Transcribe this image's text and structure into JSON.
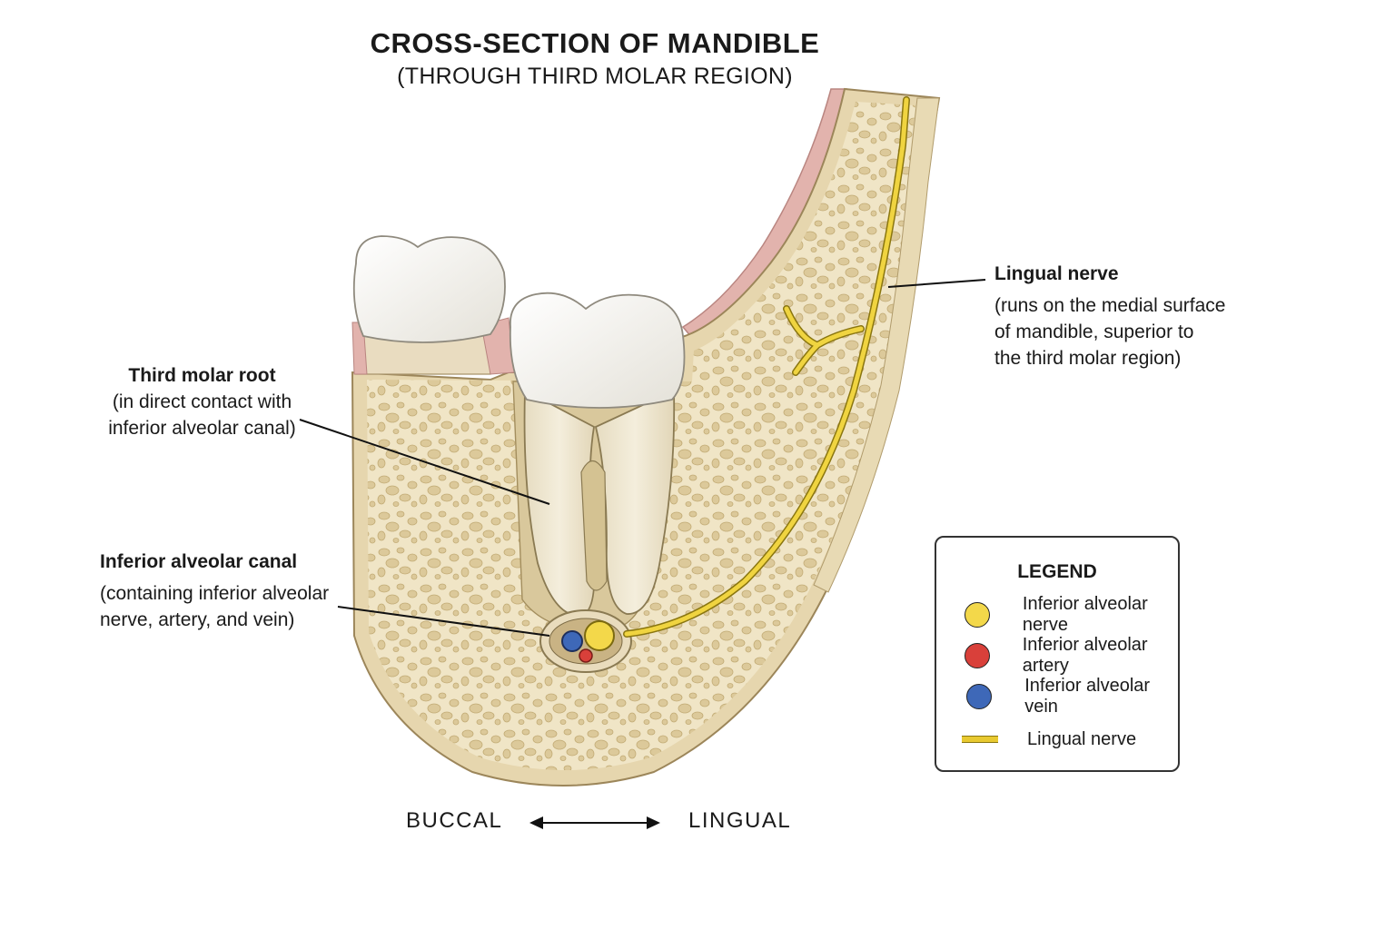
{
  "title": "CROSS-SECTION OF MANDIBLE",
  "subtitle": "(THROUGH THIRD MOLAR REGION)",
  "labels": {
    "third_molar_root": {
      "head": "Third molar root",
      "desc1": "(in direct contact with",
      "desc2": "inferior alveolar canal)"
    },
    "inferior_alveolar_canal": {
      "head": "Inferior alveolar canal",
      "desc1": "(containing inferior alveolar",
      "desc2": "nerve, artery, and vein)"
    },
    "lingual_nerve": {
      "head": "Lingual nerve",
      "desc1": "(runs on the medial surface",
      "desc2": "of mandible, superior to",
      "desc3": "the third molar region)"
    }
  },
  "legend": {
    "title": "LEGEND",
    "items": [
      {
        "label": "Inferior alveolar nerve",
        "symbol": "circle",
        "color": "#f3d84a"
      },
      {
        "label": "Inferior alveolar artery",
        "symbol": "circle",
        "color": "#d9403a"
      },
      {
        "label": "Inferior alveolar vein",
        "symbol": "circle",
        "color": "#3e68b8"
      },
      {
        "label": "Lingual nerve",
        "symbol": "line",
        "color": "#e8c930"
      }
    ]
  },
  "orientation": {
    "left": "BUCCAL",
    "right": "LINGUAL"
  },
  "colors": {
    "bone": "#efe4c4",
    "cortical": "#e6d6ae",
    "gum": "#e2b3ad",
    "enamel": "#f6f4ee",
    "root": "#ede4cc",
    "nerve": "#f3d84a",
    "artery": "#d9403a",
    "vein": "#3e68b8"
  }
}
